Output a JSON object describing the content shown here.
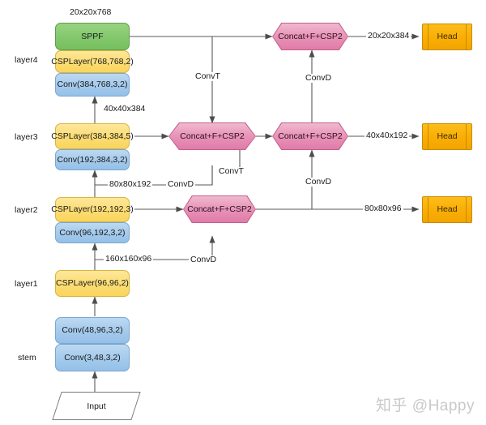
{
  "diagram": {
    "title": "YOLO-style Backbone + Neck + Head architecture",
    "colors": {
      "green": "#84c96d",
      "yellow": "#fcdd76",
      "blue": "#a6cbec",
      "pink": "#e894b8",
      "orange": "#f9ad05",
      "edge": "#595959",
      "watermark": "#c9c9c9"
    }
  },
  "row_labels": [
    {
      "name": "layer4",
      "label": "layer4"
    },
    {
      "name": "layer3",
      "label": "layer3"
    },
    {
      "name": "layer2",
      "label": "layer2"
    },
    {
      "name": "layer1",
      "label": "layer1"
    },
    {
      "name": "stem",
      "label": "stem"
    }
  ],
  "backbone": {
    "sppf": "SPPF",
    "layer4_csp": "CSPLayer(768,768,2)",
    "layer4_conv": "Conv(384,768,3,2)",
    "layer3_csp": "CSPLayer(384,384,5)",
    "layer3_conv": "Conv(192,384,3,2)",
    "layer2_csp": "CSPLayer(192,192,3)",
    "layer2_conv": "Conv(96,192,3,2)",
    "layer1_csp": "CSPLayer(96,96,2)",
    "stem_conv2": "Conv(48,96,3,2)",
    "stem_conv1": "Conv(3,48,3,2)",
    "input": "Input"
  },
  "neck": {
    "concat_p3": "Concat+F+CSP2",
    "concat_p4_mid": "Concat+F+CSP2",
    "concat_p4_right": "Concat+F+CSP2",
    "concat_p5": "Concat+F+CSP2"
  },
  "heads": [
    {
      "name": "head-p5",
      "label": "Head"
    },
    {
      "name": "head-p4",
      "label": "Head"
    },
    {
      "name": "head-p3",
      "label": "Head"
    }
  ],
  "tensor_labels": {
    "sppf_out": "20x20x768",
    "layer3_out": "40x40x384",
    "layer2_out": "80x80x192",
    "layer1_out": "160x160x96",
    "head_p5_in": "20x20x384",
    "head_p4_in": "40x40x192",
    "head_p3_in": "80x80x96"
  },
  "op_labels": {
    "convt_top": "ConvT",
    "convt_mid": "ConvT",
    "convd_p4_right": "ConvD",
    "convd_p5_top": "ConvD",
    "convd_layer2": "ConvD",
    "convd_layer1": "ConvD"
  },
  "watermark": "知乎 @Happy"
}
